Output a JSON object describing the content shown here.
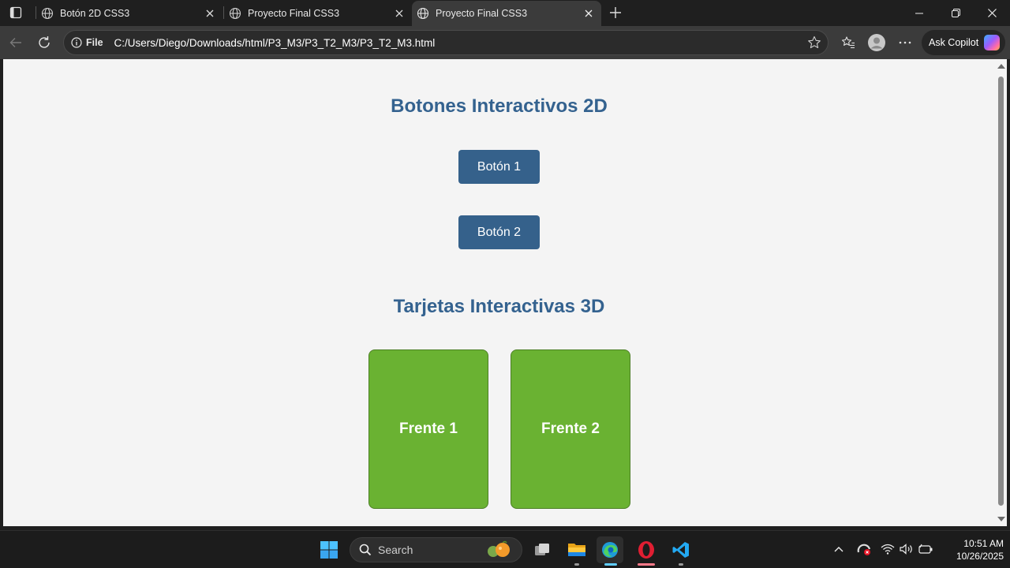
{
  "browser": {
    "tabs": [
      {
        "title": "Botón 2D CSS3",
        "active": false
      },
      {
        "title": "Proyecto Final CSS3",
        "active": false
      },
      {
        "title": "Proyecto Final CSS3",
        "active": true
      }
    ],
    "address": {
      "scheme_label": "File",
      "url": "C:/Users/Diego/Downloads/html/P3_M3/P3_T2_M3/P3_T2_M3.html"
    },
    "copilot_label": "Ask Copilot"
  },
  "page": {
    "buttons_heading": "Botones Interactivos 2D",
    "button1": "Botón 1",
    "button2": "Botón 2",
    "cards_heading": "Tarjetas Interactivas 3D",
    "card1": "Frente 1",
    "card2": "Frente 2",
    "colors": {
      "heading": "#34628f",
      "button": "#35618b",
      "card": "#6ab232",
      "background": "#f4f4f4"
    }
  },
  "taskbar": {
    "search_placeholder": "Search",
    "time": "10:51 AM",
    "date": "10/26/2025",
    "apps": [
      "start-icon",
      "search-icon",
      "task-view-icon",
      "file-explorer-icon",
      "edge-icon",
      "opera-icon",
      "vscode-icon"
    ]
  }
}
